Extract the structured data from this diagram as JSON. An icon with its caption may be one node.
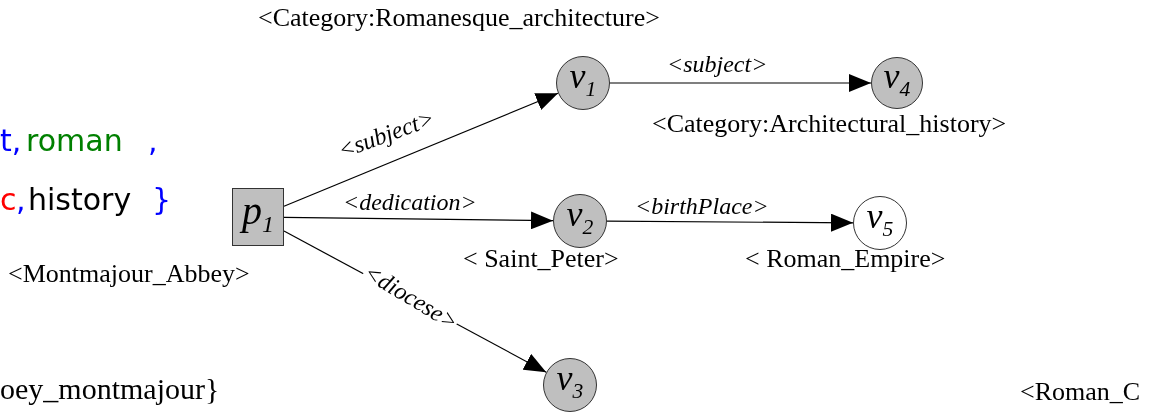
{
  "diagram": {
    "nodes": [
      {
        "text": [
          "p$_{1}$"
        ],
        "beside": [
          "<Montmajour_Abbey>"
        ]
      },
      {
        "text": [
          "v$_{1}$"
        ],
        "beside": [
          "<Category:Romanesque_architecture>"
        ]
      },
      {
        "text": [
          "v$_{2}$"
        ],
        "beside": [
          "< Saint_Peter>"
        ]
      },
      {
        "text": [
          "v$_{3}$"
        ]
      },
      {
        "text": [
          "v$_{4}$"
        ],
        "beside": [
          "<Category:Architectural_history>"
        ]
      },
      {
        "text": [
          "v$_{5}$"
        ],
        "beside": [
          "< Roman_Empire>"
        ]
      }
    ],
    "edges": [
      {
        "from": 0,
        "to": 1,
        "arrow": "to",
        "label": "<subject>"
      },
      {
        "from": 0,
        "to": 2,
        "arrow": "to",
        "label": "<dedication>"
      },
      {
        "from": 0,
        "to": 3,
        "arrow": "to",
        "label": "<diocese>"
      },
      {
        "from": 1,
        "to": 4,
        "arrow": "to",
        "label": "<subject>"
      },
      {
        "from": 2,
        "to": 5,
        "arrow": "to",
        "label": "<birthPlace>"
      }
    ],
    "labels": [
      "t,",
      "roman",
      ",",
      "c",
      ",",
      "history",
      "}",
      "oey_montmajour}",
      "<Roman_C"
    ]
  }
}
